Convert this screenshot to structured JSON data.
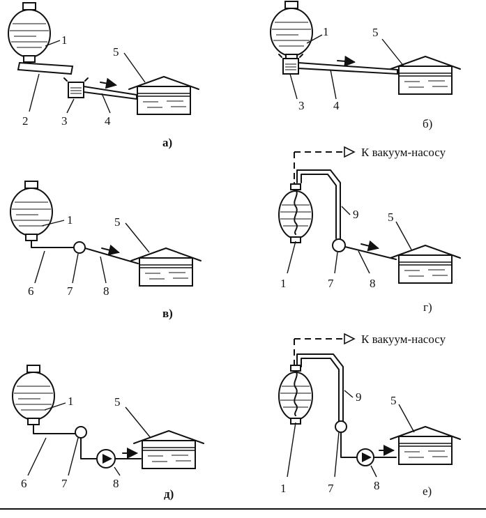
{
  "labels": {
    "n1": "1",
    "n2": "2",
    "n3": "3",
    "n4": "4",
    "n5": "5",
    "n6": "6",
    "n7": "7",
    "n8": "8",
    "n9": "9"
  },
  "captions": {
    "a": "а)",
    "b": "б)",
    "v": "в)",
    "g": "г)",
    "d": "д)",
    "e": "е)"
  },
  "vacuum_label": "К вакуум-насосу"
}
